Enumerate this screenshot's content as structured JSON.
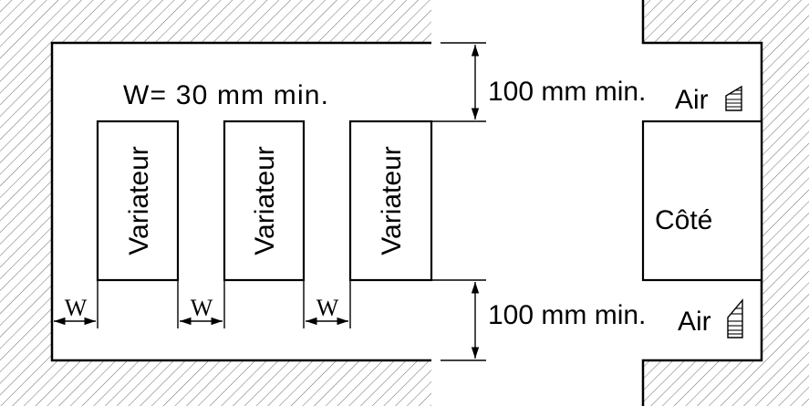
{
  "diagram": {
    "front_view": {
      "spacing_rule": "W= 30 mm min.",
      "top_clearance": "100 mm min.",
      "bottom_clearance": "100 mm min.",
      "drives": [
        "Variateur",
        "Variateur",
        "Variateur"
      ],
      "gap_labels": [
        "W",
        "W",
        "W"
      ]
    },
    "side_view": {
      "label": "Côté",
      "air_top": "Air",
      "air_bottom": "Air"
    },
    "icons": {
      "air_flow": "air-flow-icon"
    },
    "colors": {
      "line": "#000000",
      "hatch": "#6b6b6b",
      "background": "#ffffff"
    }
  }
}
